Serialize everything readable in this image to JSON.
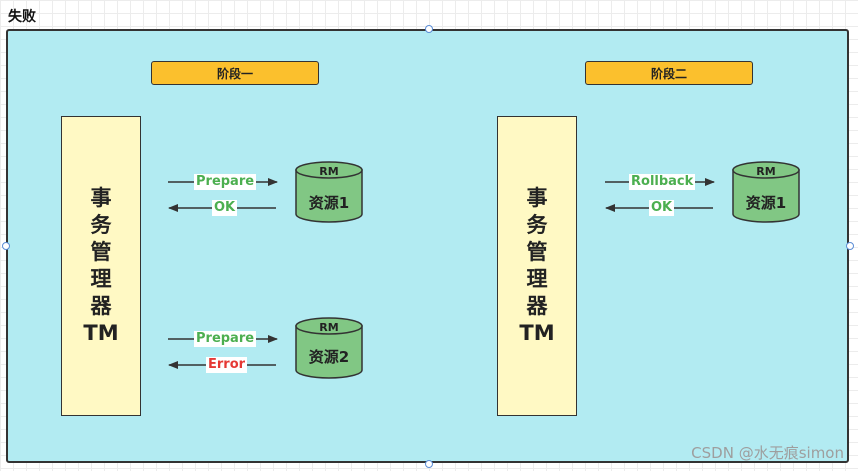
{
  "title": "失败",
  "phases": [
    "阶段一",
    "阶段二"
  ],
  "tm": {
    "chars": [
      "事",
      "务",
      "管",
      "理",
      "器"
    ],
    "abbr": "TM"
  },
  "arrows": {
    "p1_prepare_a": "Prepare",
    "p1_ok_a": "OK",
    "p1_prepare_b": "Prepare",
    "p1_error_b": "Error",
    "p2_rollback": "Rollback",
    "p2_ok": "OK"
  },
  "resources": {
    "rm_label": "RM",
    "p1_r1": "资源1",
    "p1_r2": "资源2",
    "p2_r1": "资源1"
  },
  "colors": {
    "frame": "#b2ebf2",
    "phase": "#fbc02d",
    "tm": "#fff9c4",
    "rm": "#81c784",
    "ok": "#4caf50",
    "error": "#e53935"
  },
  "watermark": "CSDN @水无痕simon"
}
